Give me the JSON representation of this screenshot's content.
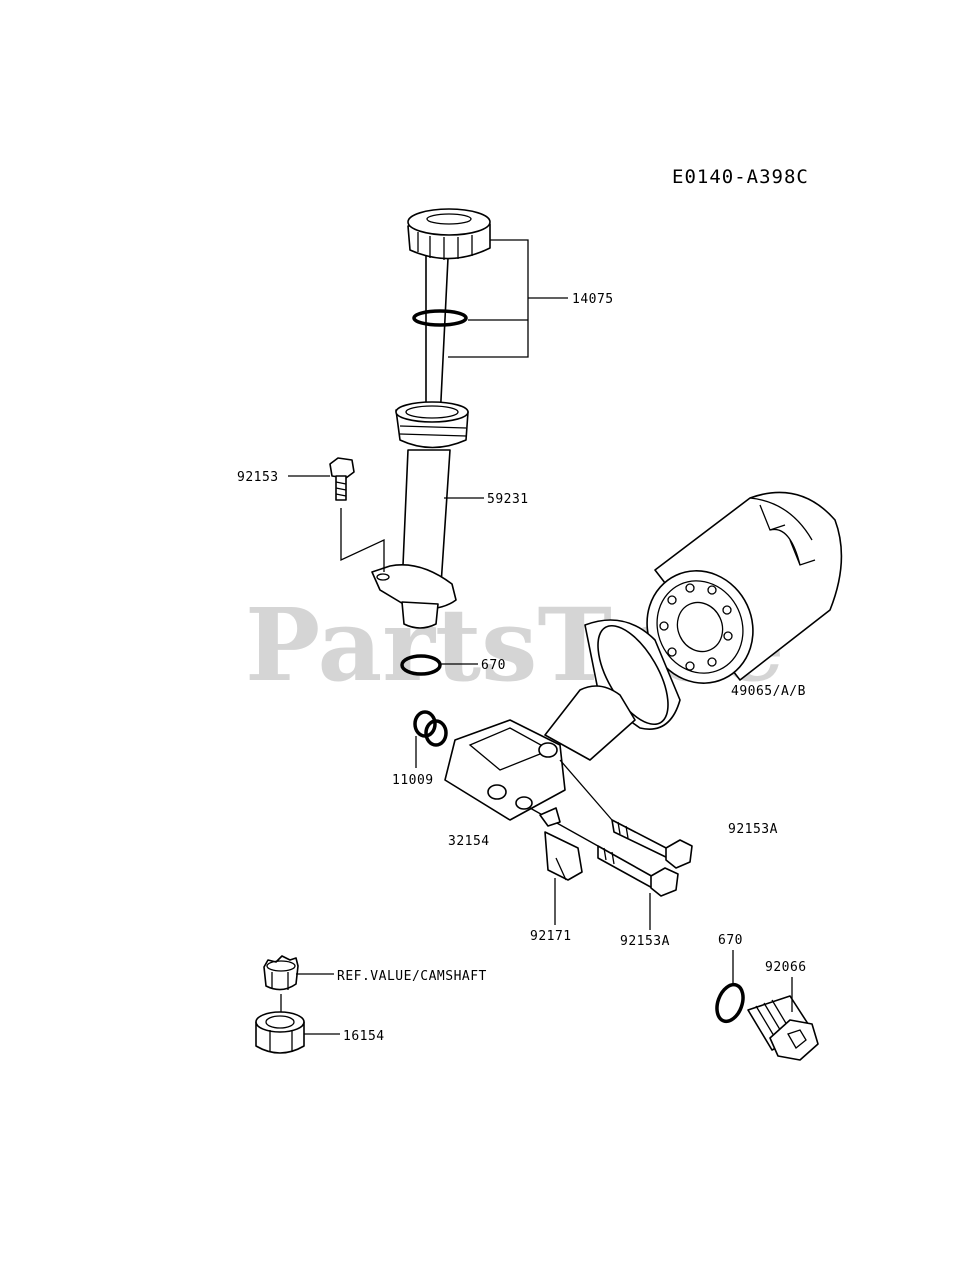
{
  "diagram_code": "E0140-A398C",
  "watermark": "PartsTree",
  "parts": [
    {
      "id": "oil-filler-cap-dipstick",
      "label": "14075"
    },
    {
      "id": "filler-pipe",
      "label": "59231"
    },
    {
      "id": "bolt-top",
      "label": "92153"
    },
    {
      "id": "o-ring-pipe",
      "label": "670"
    },
    {
      "id": "oil-filter",
      "label": "49065/A/B"
    },
    {
      "id": "o-rings-small",
      "label": "11009"
    },
    {
      "id": "filter-bracket",
      "label": "32154"
    },
    {
      "id": "bolt-a-upper",
      "label": "92153A"
    },
    {
      "id": "bolt-a-lower",
      "label": "92153A"
    },
    {
      "id": "clamp",
      "label": "92171"
    },
    {
      "id": "o-ring-plug",
      "label": "670"
    },
    {
      "id": "drain-plug",
      "label": "92066"
    },
    {
      "id": "oil-pump-rotor-ref",
      "label": "REF.VALUE/CAMSHAFT"
    },
    {
      "id": "outer-rotor",
      "label": "16154"
    }
  ]
}
